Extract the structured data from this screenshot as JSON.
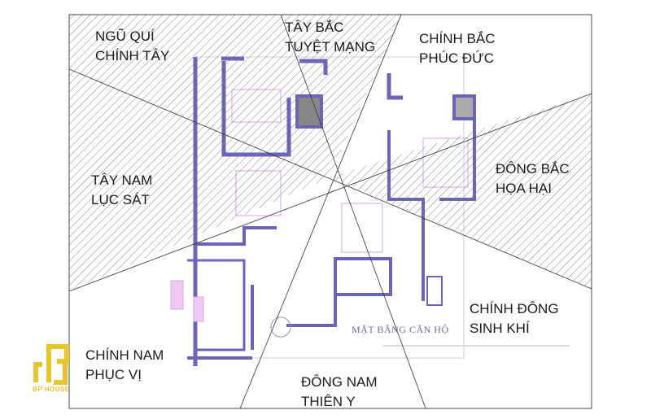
{
  "diagram": {
    "plan_title": "MẶT BẰNG CĂN HỘ",
    "sectors": [
      {
        "id": "tay",
        "line1": "NGŨ QUÍ",
        "line2": "CHÍNH TÂY",
        "hatched": true
      },
      {
        "id": "tay-bac",
        "line1": "TÂY BẮC",
        "line2": "TUYỆT MẠNG",
        "hatched": true
      },
      {
        "id": "bac",
        "line1": "CHÍNH BẮC",
        "line2": "PHÚC ĐỨC",
        "hatched": false
      },
      {
        "id": "dong-bac",
        "line1": "ĐÔNG BẮC",
        "line2": "HỌA HẠI",
        "hatched": true
      },
      {
        "id": "tay-nam",
        "line1": "TÂY NAM",
        "line2": "LỤC SÁT",
        "hatched": true
      },
      {
        "id": "dong",
        "line1": "CHÍNH ĐÔNG",
        "line2": "SINH KHÍ",
        "hatched": false
      },
      {
        "id": "nam",
        "line1": "CHÍNH NAM",
        "line2": "PHỤC VỊ",
        "hatched": false
      },
      {
        "id": "dong-nam",
        "line1": "ĐÔNG NAM",
        "line2": "THIÊN Y",
        "hatched": false
      }
    ],
    "colors": {
      "wall": "#6b64b8",
      "furniture": "#d9a6e6",
      "hatch": "#777777",
      "logo": "#e8c52c"
    }
  },
  "logo": {
    "text": "BP HOUSE"
  }
}
